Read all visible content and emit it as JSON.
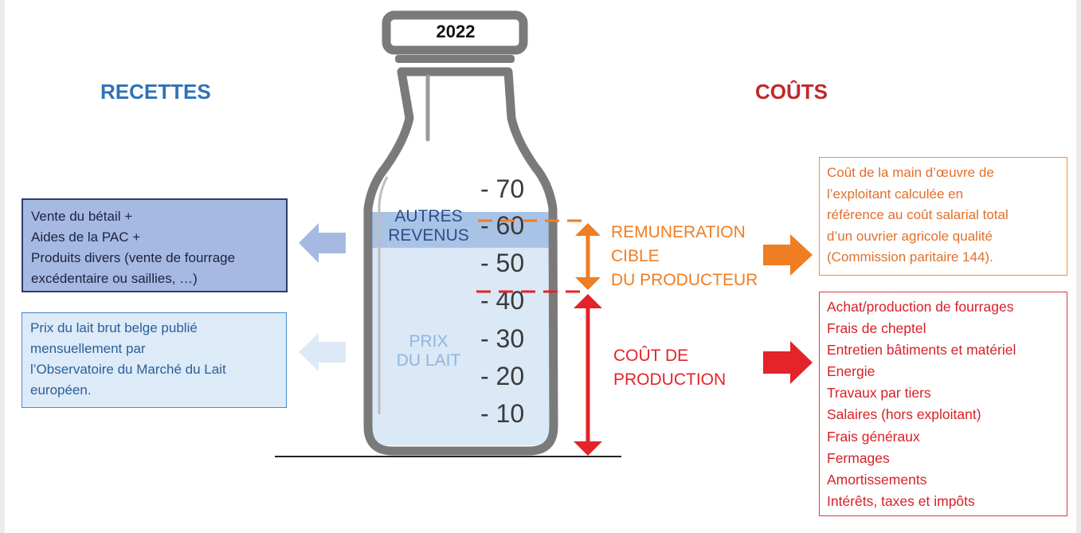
{
  "year": "2022",
  "headings": {
    "recettes": "RECETTES",
    "couts": "COÛTS"
  },
  "bottle": {
    "scale_ticks": [
      "- 70",
      "- 60",
      "- 50",
      "- 40",
      "- 30",
      "- 20",
      "- 10"
    ],
    "autres_revenus": [
      "AUTRES",
      "REVENUS"
    ],
    "prix_du_lait": [
      "PRIX",
      "DU LAIT"
    ]
  },
  "left_boxes": {
    "betail": [
      "Vente du bétail +",
      "Aides de la PAC +",
      "Produits divers (vente de fourrage",
      "excédentaire ou saillies, …)"
    ],
    "prix": [
      "Prix du lait brut belge publié",
      "mensuellement par",
      "l’Observatoire du Marché du Lait",
      "européen."
    ]
  },
  "right_labels": {
    "remuneration": [
      "REMUNERATION",
      "CIBLE",
      "DU PRODUCTEUR"
    ],
    "cout_production": [
      "COÛT DE",
      "PRODUCTION"
    ]
  },
  "right_boxes": {
    "remuneration": [
      "Coût de la main d’œuvre de",
      "l’exploitant calculée en",
      "référence au coût salarial total",
      "d’un ouvrier agricole qualité",
      "(Commission paritaire 144)."
    ],
    "cout": [
      "Achat/production de fourrages",
      "Frais de cheptel",
      "Entretien bâtiments et matériel",
      "Energie",
      "Travaux par tiers",
      "Salaires (hors exploitant)",
      "Frais généraux",
      "Fermages",
      "Amortissements",
      "Intérêts, taxes et impôts"
    ]
  },
  "colors": {
    "recettes": "#2e73b6",
    "couts": "#c0282b",
    "remuneration": "#ef7d22",
    "cout_production": "#e4232a",
    "milk": "#dbe8f6",
    "autres_band": "#a9c3e6",
    "bottle_outline": "#7a7a7a"
  }
}
